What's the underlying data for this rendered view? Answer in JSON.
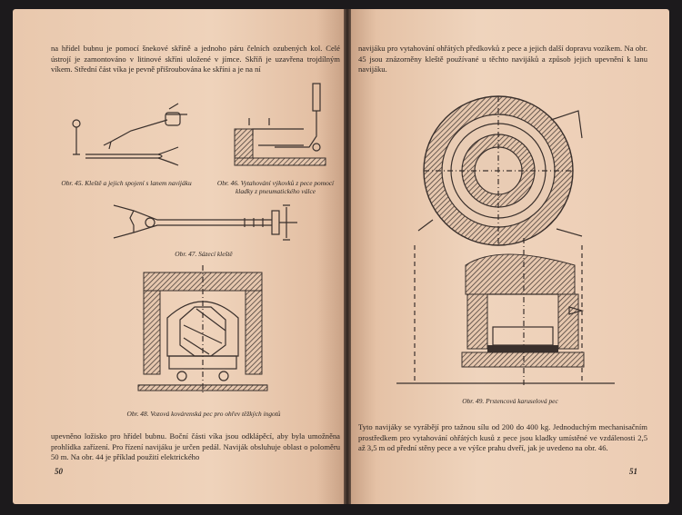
{
  "left_page": {
    "top_text": "na hřídel bubnu je pomocí šnekové skříně a jednoho páru čelních ozubených kol. Celé ústrojí je zamontováno v litinové skříni uložené v jímce. Skříň je uzavřena trojdílným víkem. Střední část víka je pevně přišroubována ke skříni a je na ní",
    "fig45_caption": "Obr. 45. Kleště a jejich spojení s lanem navijáku",
    "fig46_caption": "Obr. 46. Vytahování výkovků z pece pomocí kladky z pneumatického válce",
    "fig47_caption": "Obr. 47. Sázecí kleště",
    "fig48_caption": "Obr. 48. Vozová kovárenská pec pro ohřev těžkých ingotů",
    "bottom_text": "upevněno ložisko pro hřídel bubnu. Boční části víka jsou odklápěcí, aby byla umožněna prohlídka zařízení. Pro řízení navijáku je určen pedál. Naviják obsluhuje oblast o poloměru 50 m. Na obr. 44 je příklad použití elektrického",
    "page_number": "50"
  },
  "right_page": {
    "top_text": "navijáku pro vytahování ohřátých předkovků z pece a jejich další dopravu vozíkem. Na obr. 45 jsou znázorněny kleště používané u těchto navijáků a způsob jejich upevnění k lanu navijáku.",
    "fig49_caption": "Obr. 49. Prstencová karuselová pec",
    "bottom_text": "Tyto navijáky se vyrábějí pro tažnou sílu od 200 do 400 kg. Jednoduchým mechanisačním prostředkem pro vytahování ohřátých kusů z pece jsou kladky umístěné ve vzdálenosti 2,5 až 3,5 m od přední stěny pece a ve výšce prahu dveří, jak je uvedeno na obr. 46.",
    "page_number": "51"
  }
}
